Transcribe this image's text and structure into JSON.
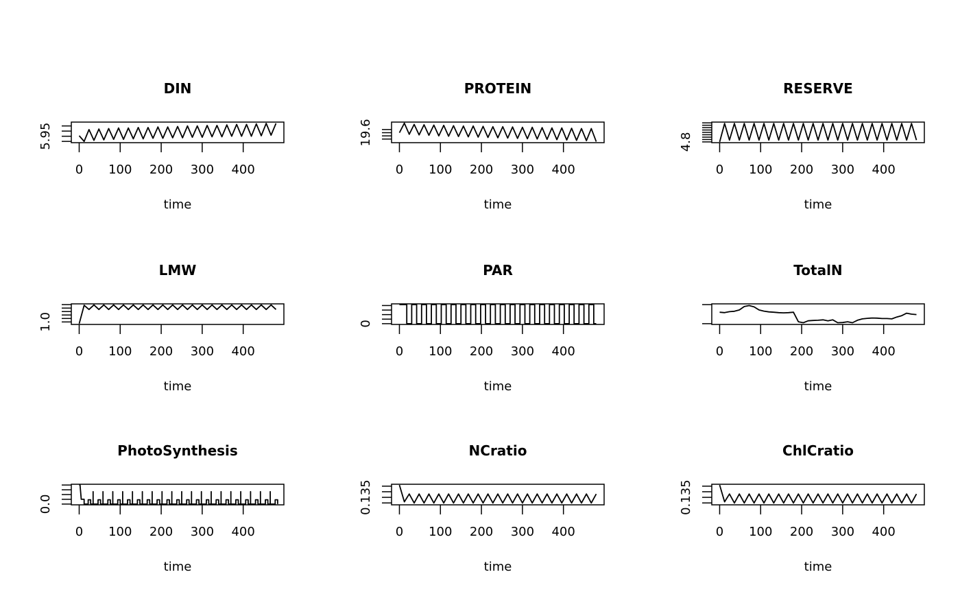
{
  "chart_data": [
    {
      "type": "line",
      "title": "DIN",
      "xlabel": "time",
      "ylabel": "",
      "xlim": [
        0,
        480
      ],
      "xticks": [
        0,
        100,
        200,
        300,
        400
      ],
      "ylim": [
        5.939,
        5.976
      ],
      "yticks": [
        5.94,
        5.95,
        5.96,
        5.97
      ],
      "ytick_labels": [
        "",
        "5.95",
        "",
        ""
      ],
      "time_step": 12,
      "values": [
        5.951,
        5.94,
        5.963,
        5.942,
        5.964,
        5.943,
        5.965,
        5.944,
        5.966,
        5.944,
        5.966,
        5.945,
        5.967,
        5.945,
        5.967,
        5.946,
        5.968,
        5.946,
        5.968,
        5.947,
        5.969,
        5.947,
        5.97,
        5.948,
        5.97,
        5.948,
        5.971,
        5.949,
        5.971,
        5.949,
        5.972,
        5.95,
        5.973,
        5.95,
        5.973,
        5.95,
        5.974,
        5.951,
        5.975,
        5.952,
        5.975
      ]
    },
    {
      "type": "line",
      "title": "PROTEIN",
      "xlabel": "time",
      "ylabel": "",
      "xlim": [
        0,
        480
      ],
      "xticks": [
        0,
        100,
        200,
        300,
        400
      ],
      "ylim": [
        19.571,
        19.631
      ],
      "yticks": [
        19.58,
        19.59,
        19.6,
        19.61
      ],
      "ytick_labels": [
        "",
        "",
        "19.6",
        ""
      ],
      "time_step": 12,
      "values": [
        19.6,
        19.63,
        19.595,
        19.626,
        19.593,
        19.625,
        19.592,
        19.624,
        19.59,
        19.623,
        19.589,
        19.622,
        19.588,
        19.621,
        19.587,
        19.621,
        19.586,
        19.62,
        19.585,
        19.619,
        19.584,
        19.619,
        19.583,
        19.618,
        19.582,
        19.617,
        19.581,
        19.617,
        19.58,
        19.616,
        19.579,
        19.615,
        19.578,
        19.615,
        19.577,
        19.614,
        19.576,
        19.613,
        19.575,
        19.613,
        19.572
      ]
    },
    {
      "type": "line",
      "title": "RESERVE",
      "xlabel": "time",
      "ylabel": "",
      "xlim": [
        0,
        480
      ],
      "xticks": [
        0,
        100,
        200,
        300,
        400
      ],
      "ylim": [
        4.8,
        4.96
      ],
      "yticks": [
        4.8,
        4.82,
        4.84,
        4.86,
        4.88,
        4.9,
        4.92,
        4.94,
        4.96
      ],
      "ytick_labels": [
        "4.8",
        "",
        "",
        "",
        "",
        "",
        "",
        "",
        ""
      ],
      "time_step": 12,
      "values": [
        4.8,
        4.955,
        4.815,
        4.955,
        4.815,
        4.955,
        4.815,
        4.955,
        4.815,
        4.955,
        4.815,
        4.955,
        4.815,
        4.955,
        4.815,
        4.955,
        4.815,
        4.955,
        4.815,
        4.955,
        4.815,
        4.955,
        4.815,
        4.955,
        4.815,
        4.955,
        4.815,
        4.955,
        4.815,
        4.955,
        4.815,
        4.955,
        4.815,
        4.955,
        4.815,
        4.955,
        4.815,
        4.955,
        4.815,
        4.955,
        4.815
      ]
    },
    {
      "type": "line",
      "title": "LMW",
      "xlabel": "time",
      "ylabel": "",
      "xlim": [
        0,
        480
      ],
      "xticks": [
        0,
        100,
        200,
        300,
        400
      ],
      "ylim": [
        0.95,
        1.5
      ],
      "yticks": [
        1.0,
        1.1,
        1.2,
        1.3,
        1.4,
        1.5
      ],
      "ytick_labels": [
        "1.0",
        "",
        "",
        "",
        "",
        ""
      ],
      "time_step": 12,
      "values": [
        0.95,
        1.48,
        1.36,
        1.49,
        1.36,
        1.49,
        1.36,
        1.49,
        1.36,
        1.49,
        1.36,
        1.49,
        1.36,
        1.49,
        1.36,
        1.49,
        1.36,
        1.49,
        1.36,
        1.49,
        1.36,
        1.49,
        1.36,
        1.49,
        1.36,
        1.49,
        1.36,
        1.49,
        1.36,
        1.49,
        1.36,
        1.49,
        1.36,
        1.49,
        1.36,
        1.49,
        1.36,
        1.49,
        1.36,
        1.49,
        1.36
      ]
    },
    {
      "type": "line",
      "title": "PAR",
      "xlabel": "time",
      "ylabel": "",
      "xlim": [
        0,
        480
      ],
      "xticks": [
        0,
        100,
        200,
        300,
        400
      ],
      "ylim": [
        0,
        420
      ],
      "yticks": [
        0,
        100,
        200,
        300,
        400
      ],
      "ytick_labels": [
        "0",
        "",
        "",
        "",
        ""
      ],
      "square_wave": {
        "period": 24,
        "on_start": 6,
        "on_hours": 12,
        "high": 420,
        "low": 0,
        "initial": 420
      }
    },
    {
      "type": "line",
      "title": "TotalN",
      "xlabel": "time",
      "ylabel": "",
      "xlim": [
        0,
        480
      ],
      "xticks": [
        0,
        100,
        200,
        300,
        400
      ],
      "ylim": [
        0,
        1
      ],
      "yticks": [
        0,
        1
      ],
      "ytick_labels": [
        "",
        ""
      ],
      "time_step": 12,
      "values": [
        0.6,
        0.58,
        0.63,
        0.65,
        0.72,
        0.9,
        0.95,
        0.88,
        0.72,
        0.66,
        0.62,
        0.6,
        0.58,
        0.57,
        0.58,
        0.6,
        0.1,
        0.05,
        0.15,
        0.17,
        0.18,
        0.2,
        0.15,
        0.2,
        0.05,
        0.06,
        0.1,
        0.05,
        0.18,
        0.25,
        0.28,
        0.3,
        0.29,
        0.27,
        0.27,
        0.25,
        0.35,
        0.42,
        0.55,
        0.5,
        0.48
      ]
    },
    {
      "type": "line",
      "title": "PhotoSynthesis",
      "xlabel": "time",
      "ylabel": "",
      "xlim": [
        0,
        480
      ],
      "xticks": [
        0,
        100,
        200,
        300,
        400
      ],
      "ylim": [
        0,
        4
      ],
      "yticks": [
        0,
        1,
        2,
        3,
        4
      ],
      "ytick_labels": [
        "0.0",
        "",
        "",
        "",
        ""
      ],
      "pulse_wave": {
        "period": 24,
        "initial": 4,
        "initial_plateau": 1,
        "spike": 2.6,
        "plateau": 0.9,
        "plateau_hours": 8,
        "low": 0
      }
    },
    {
      "type": "line",
      "title": "NCratio",
      "xlabel": "time",
      "ylabel": "",
      "xlim": [
        0,
        480
      ],
      "xticks": [
        0,
        100,
        200,
        300,
        400
      ],
      "ylim": [
        0.129,
        0.146
      ],
      "yticks": [
        0.13,
        0.135,
        0.14,
        0.145
      ],
      "ytick_labels": [
        "",
        "0.135",
        "",
        ""
      ],
      "time_step": 12,
      "values": [
        0.146,
        0.131,
        0.138,
        0.13,
        0.138,
        0.13,
        0.138,
        0.13,
        0.138,
        0.13,
        0.138,
        0.13,
        0.138,
        0.13,
        0.138,
        0.13,
        0.138,
        0.13,
        0.138,
        0.13,
        0.138,
        0.13,
        0.138,
        0.13,
        0.138,
        0.13,
        0.138,
        0.13,
        0.138,
        0.13,
        0.138,
        0.13,
        0.138,
        0.13,
        0.138,
        0.13,
        0.138,
        0.13,
        0.138,
        0.13,
        0.138
      ]
    },
    {
      "type": "line",
      "title": "ChlCratio",
      "xlabel": "time",
      "ylabel": "",
      "xlim": [
        0,
        480
      ],
      "xticks": [
        0,
        100,
        200,
        300,
        400
      ],
      "ylim": [
        0.129,
        0.146
      ],
      "yticks": [
        0.13,
        0.135,
        0.14,
        0.145
      ],
      "ytick_labels": [
        "",
        "0.135",
        "",
        ""
      ],
      "time_step": 12,
      "values": [
        0.146,
        0.131,
        0.138,
        0.13,
        0.138,
        0.13,
        0.138,
        0.13,
        0.138,
        0.13,
        0.138,
        0.13,
        0.138,
        0.13,
        0.138,
        0.13,
        0.138,
        0.13,
        0.138,
        0.13,
        0.138,
        0.13,
        0.138,
        0.13,
        0.138,
        0.13,
        0.138,
        0.13,
        0.138,
        0.13,
        0.138,
        0.13,
        0.138,
        0.13,
        0.138,
        0.13,
        0.138,
        0.13,
        0.138,
        0.13,
        0.138
      ]
    }
  ]
}
